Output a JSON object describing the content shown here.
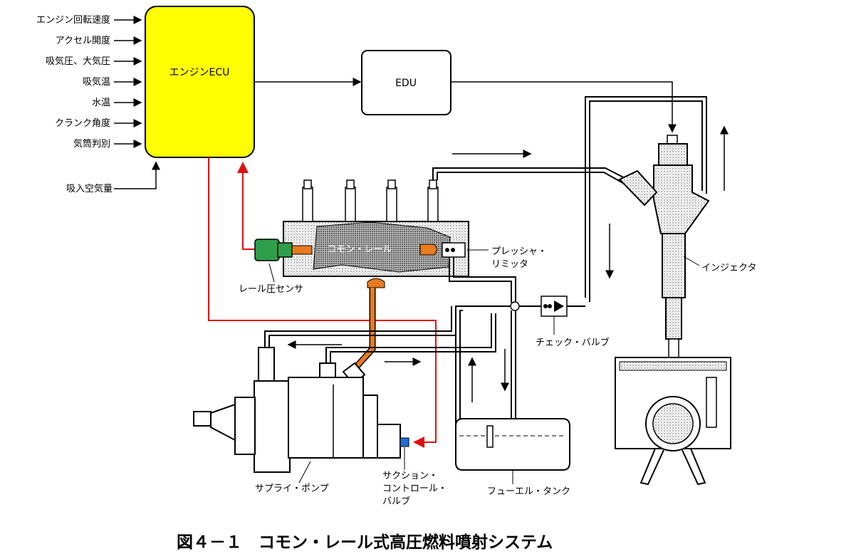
{
  "ecu": {
    "label": "エンジンECU",
    "color": "#ffff00"
  },
  "edu": {
    "label": "EDU"
  },
  "inputs": [
    "エンジン回転速度",
    "アクセル開度",
    "吸気圧、大気圧",
    "吸気温",
    "水温",
    "クランク角度",
    "気筒判別"
  ],
  "intake_air_label": "吸入空気量",
  "components": {
    "rail": "コモン・レール",
    "rail_pressure_sensor": "レール圧センサ",
    "pressure_limiter_line1": "プレッシャ・",
    "pressure_limiter_line2": "リミッタ",
    "injector": "インジェクタ",
    "check_valve": "チェック・バルブ",
    "supply_pump": "サプライ・ポンプ",
    "suction_valve_line1": "サクション・",
    "suction_valve_line2": "コントロール・",
    "suction_valve_line3": "バルブ",
    "fuel_tank": "フューエル・タンク"
  },
  "caption": "図４－１　コモン・レール式高圧燃料噴射システム",
  "colors": {
    "signal": "#e01010",
    "sensor": "#2e9e4a",
    "high_pressure": "#e87a20",
    "suction_valve": "#1a6fd8",
    "ecu": "#ffff00"
  }
}
